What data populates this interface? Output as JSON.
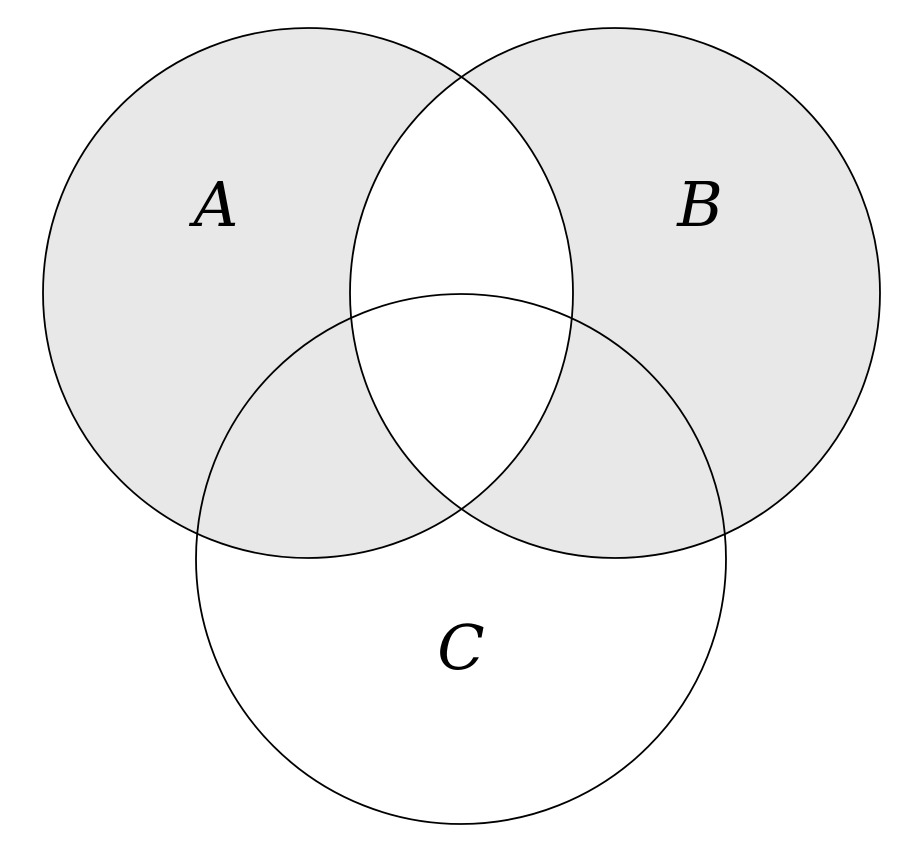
{
  "diagram": {
    "type": "venn-3-circle",
    "description": "Three-set Venn diagram with the symmetric difference of A and B shaded; circle C drawn unshaded on top",
    "sets": [
      {
        "label": "A"
      },
      {
        "label": "B"
      },
      {
        "label": "C"
      }
    ],
    "shaded_region": "(A ∪ B) − (A ∩ B)",
    "unshaded_regions": [
      "A ∩ B",
      "A ∩ B ∩ C",
      "C only",
      "outside"
    ],
    "colors": {
      "shade": "#e8e8e8",
      "stroke": "#000000",
      "background": "#ffffff"
    }
  }
}
